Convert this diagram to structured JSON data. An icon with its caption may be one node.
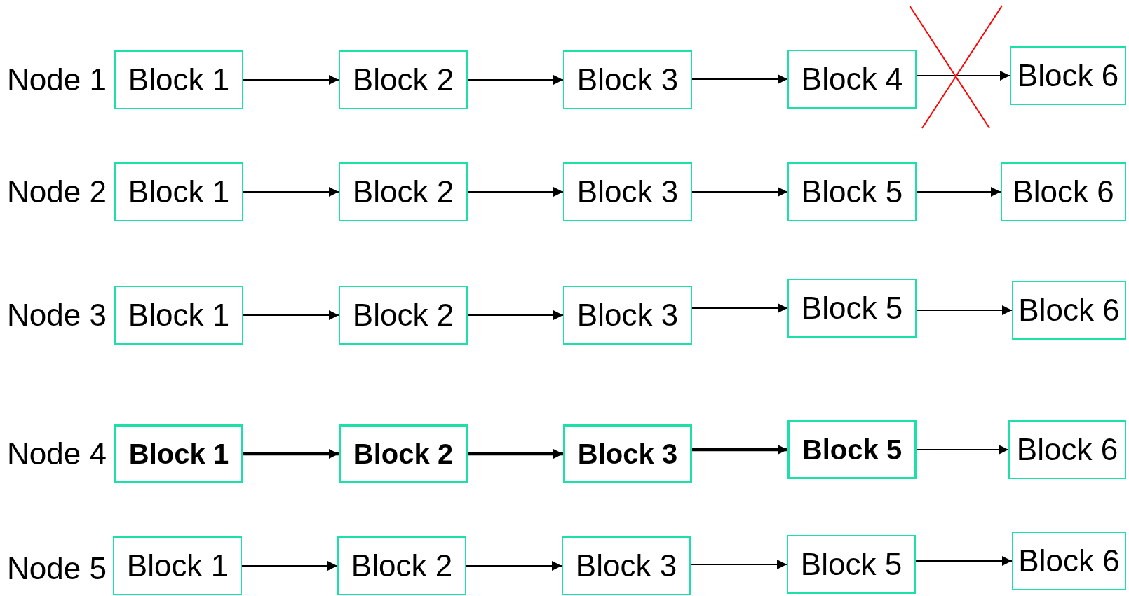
{
  "diagram": {
    "nodes": [
      {
        "text": [
          "Block 1"
        ]
      },
      {
        "text": [
          "Block 2"
        ]
      },
      {
        "text": [
          "Block 3"
        ]
      },
      {
        "text": [
          "Block 4"
        ]
      },
      {
        "text": [
          "Block 6"
        ]
      },
      {
        "text": [
          "Block 1"
        ]
      },
      {
        "text": [
          "Block 2"
        ]
      },
      {
        "text": [
          "Block 3"
        ]
      },
      {
        "text": [
          "Block 5"
        ]
      },
      {
        "text": [
          "Block 6"
        ]
      },
      {
        "text": [
          "Block 1"
        ]
      },
      {
        "text": [
          "Block 2"
        ]
      },
      {
        "text": [
          "Block 3"
        ]
      },
      {
        "text": [
          "Block 5"
        ]
      },
      {
        "text": [
          "Block 6"
        ]
      },
      {
        "text": [
          "Block 1"
        ]
      },
      {
        "text": [
          "Block 2"
        ]
      },
      {
        "text": [
          "Block 3"
        ]
      },
      {
        "text": [
          "Block 5"
        ]
      },
      {
        "text": [
          "Block 6"
        ]
      },
      {
        "text": [
          "Block 1"
        ]
      },
      {
        "text": [
          "Block 2"
        ]
      },
      {
        "text": [
          "Block 3"
        ]
      },
      {
        "text": [
          "Block 5"
        ]
      },
      {
        "text": [
          "Block 6"
        ]
      }
    ],
    "edges": [
      {
        "from": 0,
        "to": 1,
        "arrow": "to"
      },
      {
        "from": 1,
        "to": 2,
        "arrow": "to"
      },
      {
        "from": 2,
        "to": 3,
        "arrow": "to"
      },
      {
        "from": 3,
        "to": 4,
        "arrow": "to"
      },
      {
        "from": 5,
        "to": 6,
        "arrow": "to"
      },
      {
        "from": 6,
        "to": 7,
        "arrow": "to"
      },
      {
        "from": 7,
        "to": 8,
        "arrow": "to"
      },
      {
        "from": 8,
        "to": 9,
        "arrow": "to"
      },
      {
        "from": 10,
        "to": 11,
        "arrow": "to"
      },
      {
        "from": 11,
        "to": 12,
        "arrow": "to"
      },
      {
        "from": 12,
        "to": 13,
        "arrow": "to"
      },
      {
        "from": 13,
        "to": 14,
        "arrow": "to"
      },
      {
        "from": 15,
        "to": 16,
        "arrow": "to",
        "style": "thick"
      },
      {
        "from": 16,
        "to": 17,
        "arrow": "to",
        "style": "thick"
      },
      {
        "from": 17,
        "to": 18,
        "arrow": "to",
        "style": "thick"
      },
      {
        "from": 18,
        "to": 19,
        "arrow": "to"
      },
      {
        "from": 20,
        "to": 21,
        "arrow": "to"
      },
      {
        "from": 21,
        "to": 22,
        "arrow": "to"
      },
      {
        "from": 22,
        "to": 23,
        "arrow": "to"
      },
      {
        "from": 23,
        "to": 24,
        "arrow": "to"
      }
    ],
    "labels": [
      "Node 1",
      "Node 2",
      "Node 3",
      "Node 4",
      "Node 5"
    ]
  }
}
